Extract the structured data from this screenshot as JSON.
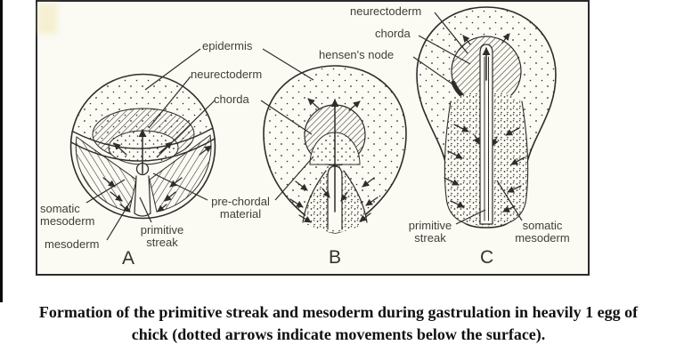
{
  "page": {
    "background_color": "#ffffff",
    "edge_bar_color": "#0a0a0a"
  },
  "figure": {
    "paper_color": "#fbfaf3",
    "ink_color": "#2f2d2a",
    "border_color": "#2a2a2a",
    "label_color": "#413e38",
    "panels": [
      {
        "letter": "A"
      },
      {
        "letter": "B"
      },
      {
        "letter": "C"
      }
    ],
    "labels": {
      "epidermis": "epidermis",
      "neurectoderm_ab": "neurectoderm",
      "chorda_ab": "chorda",
      "somatic_mesoderm_left": "somatic mesoderm",
      "mesoderm_left": "mesoderm",
      "primitive_streak_a": "primitive streak",
      "pre_chordal_material": "pre-chordal material",
      "neurectoderm_c": "neurectoderm",
      "chorda_c": "chorda",
      "hensens_node": "hensen's node",
      "primitive_streak_c": "primitive streak",
      "somatic_mesoderm_c": "somatic mesoderm"
    }
  },
  "caption": {
    "line1": "Formation of the primitive streak and mesoderm during gastrulation in heavily 1 egg of",
    "line2": "chick (dotted arrows indicate movements below the surface)."
  }
}
